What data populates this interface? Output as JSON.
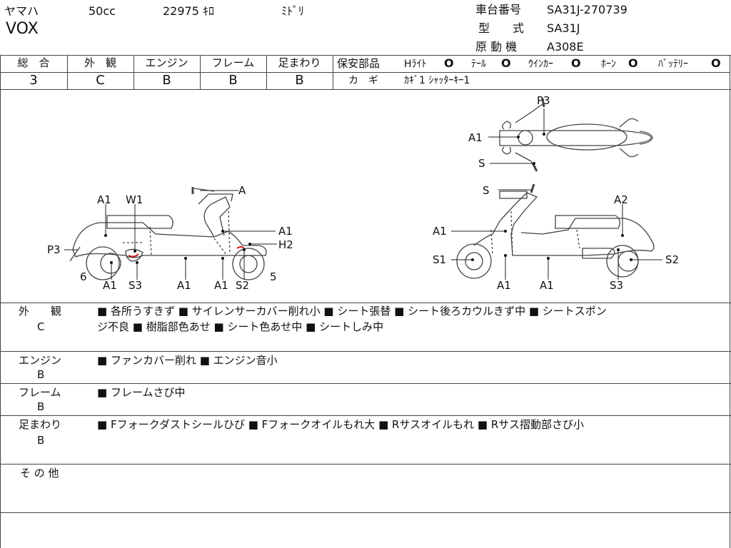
{
  "header": {
    "maker": "ヤマハ",
    "displacement": "50cc",
    "mileage": "22975 ｷﾛ",
    "color": "ﾐﾄﾞﾘ",
    "model": "VOX",
    "frame_label": "車台番号",
    "frame_number": "SA31J-270739",
    "type_label": "型　　式",
    "type_value": "SA31J",
    "engine_label": "原 動 機",
    "engine_value": "A308E"
  },
  "grades": {
    "overall": {
      "label": "総　合",
      "value": "3"
    },
    "exterior": {
      "label": "外　観",
      "value": "C"
    },
    "engine": {
      "label": "エンジン",
      "value": "B"
    },
    "frame": {
      "label": "フレーム",
      "value": "B"
    },
    "suspension": {
      "label": "足まわり",
      "value": "B"
    }
  },
  "safety": {
    "title": "保安部品",
    "headlight": "Hﾗｲﾄ",
    "taillight": "ﾃｰﾙ",
    "winker": "ｳｲﾝｶｰ",
    "horn": "ﾎｰﾝ",
    "battery": "ﾊﾞｯﾃﾘｰ",
    "mark": "O"
  },
  "keys": {
    "label": "カ　ギ",
    "value": "ｶｷﾞ1 ｼｬｯﾀｰｷｰ1"
  },
  "diagram": {
    "top_p3": "P3",
    "top_a1": "A1",
    "top_s": "S",
    "left_a1_seat": "A1",
    "left_w1": "W1",
    "left_a": "A",
    "left_a1_right": "A1",
    "left_h2": "H2",
    "left_p3": "P3",
    "left_6": "6",
    "left_5": "5",
    "left_bottom_a1_1": "A1",
    "left_s3": "S3",
    "left_bottom_a1_2": "A1",
    "left_bottom_a1_3": "A1",
    "left_s2": "S2",
    "right_s": "S",
    "right_a2": "A2",
    "right_a1": "A1",
    "right_s1": "S1",
    "right_s2": "S2",
    "right_bottom_a1_1": "A1",
    "right_bottom_a1_2": "A1",
    "right_s3": "S3"
  },
  "comments": {
    "exterior_label": "外　　観",
    "exterior_grade": "C",
    "exterior_line1": "■ 各所うすきず ■ サイレンサーカバー削れ小 ■ シート張替 ■ シート後ろカウルきず中 ■ シートスポン",
    "exterior_line2": "ジ不良 ■ 樹脂部色あせ ■ シート色あせ中 ■ シートしみ中",
    "engine_label": "エンジン",
    "engine_grade": "B",
    "engine_text": "■ ファンカバー削れ ■ エンジン音小",
    "frame_label": "フレーム",
    "frame_grade": "B",
    "frame_text": "■ フレームさび中",
    "suspension_label": "足まわり",
    "suspension_grade": "B",
    "suspension_text": "■ Fフォークダストシールひび ■ Fフォークオイルもれ大 ■ Rサスオイルもれ ■ Rサス摺動部さび小",
    "other_label": "そ の 他"
  }
}
